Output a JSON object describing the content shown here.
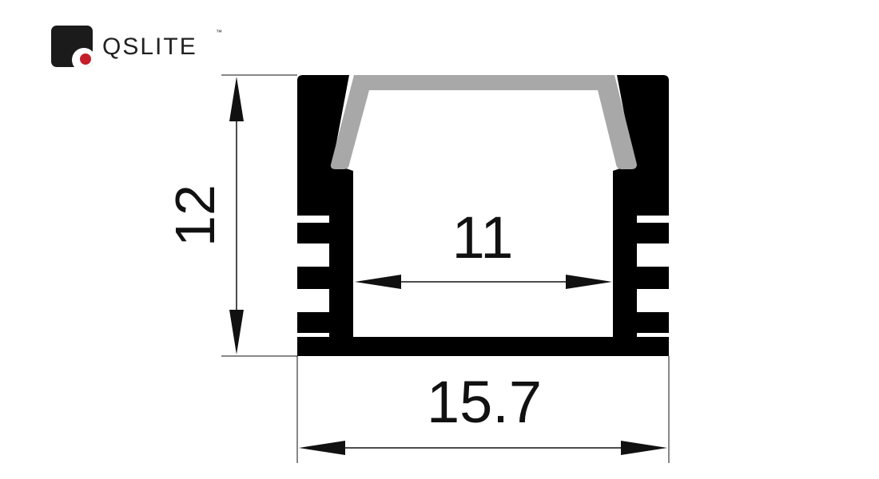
{
  "brand": {
    "name": "QSLITE",
    "trademark": "™",
    "colors": {
      "mark": "#1b1b1b",
      "dot": "#c41e2a"
    }
  },
  "drawing": {
    "profile_color": "#000000",
    "diffuser_color": "#a8a8a8",
    "dimension_color": "#111111",
    "dimensions": {
      "height": "12",
      "inner_width": "11",
      "outer_width": "15.7"
    }
  }
}
